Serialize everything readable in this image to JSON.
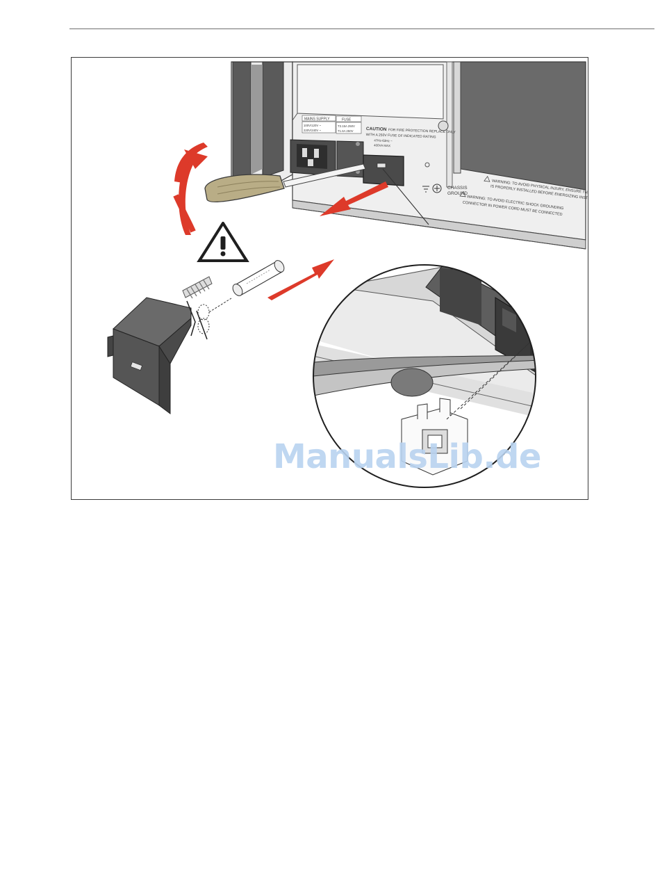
{
  "watermark": {
    "text": "ManualsLib.de",
    "color": "#b9d3f0"
  },
  "panel_labels": {
    "mains_supply": "MAINS SUPPLY",
    "fuse": "FUSE",
    "voltage_115": "100V/120V ~",
    "voltage_230": "220V/240V ~",
    "fuse_115": "T3.15A 250V",
    "fuse_230": "T1.6A 250V",
    "caution_title": "CAUTION",
    "caution_line1": "FOR FIRE PROTECTION REPLACE ONLY",
    "caution_line2": "WITH A 250V FUSE OF INDICATED RATING",
    "freq": "47Hz-63Hz ~",
    "power": "400VA MAX",
    "chassis_ground_1": "CHASSIS",
    "chassis_ground_2": "GROUND",
    "warning1": "WARNING: TO AVOID PHYSICAL INJURY, ENSURE THAT",
    "warning1b": "IS PROPERLY INSTALLED BEFORE ENERGIZING INSTRU",
    "warning2": "WARNING: TO AVOID ELECTRIC SHOCK GROUNDING",
    "warning2b": "CONNECTOR IN POWER CORD MUST BE CONNECTED"
  },
  "colors": {
    "arrow_red": "#dd3a2a",
    "instrument_gray": "#5f5f5f",
    "panel_light": "#efefef",
    "handle_tan": "#b9ad86"
  },
  "icons": {
    "warning": "warning-triangle-icon"
  }
}
